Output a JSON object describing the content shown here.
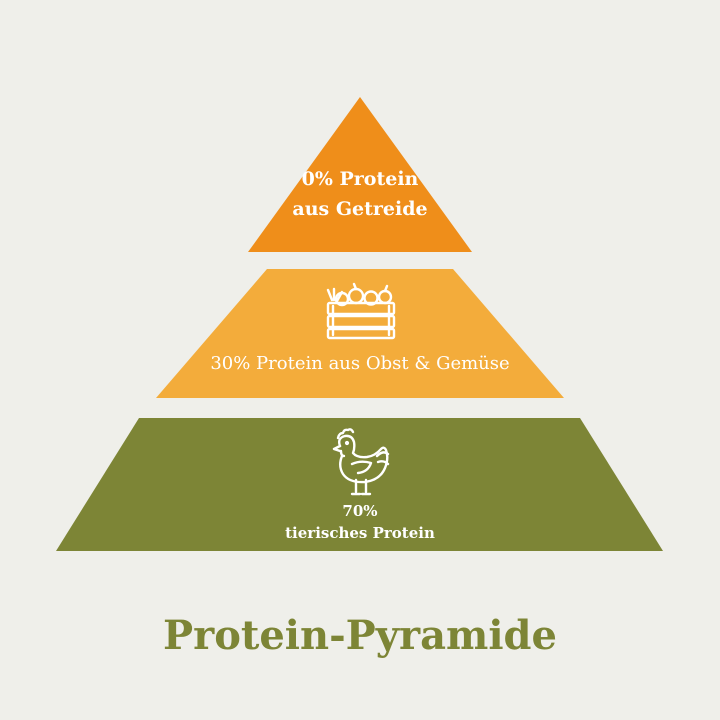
{
  "tiers": [
    {
      "line1": "0% Protein",
      "line2": "aus Getreide",
      "color": "#ef8e1a",
      "icon": null
    },
    {
      "line1": "30% Protein aus Obst & Gemüse",
      "color": "#f3ac3b",
      "icon": "vegetable-crate-icon"
    },
    {
      "line1": "70%",
      "line2": "tierisches Protein",
      "color": "#7d8536",
      "icon": "chicken-icon"
    }
  ],
  "title": "Protein-Pyramide",
  "colors": {
    "background": "#efefea",
    "title": "#7d8536",
    "label": "#ffffff"
  }
}
